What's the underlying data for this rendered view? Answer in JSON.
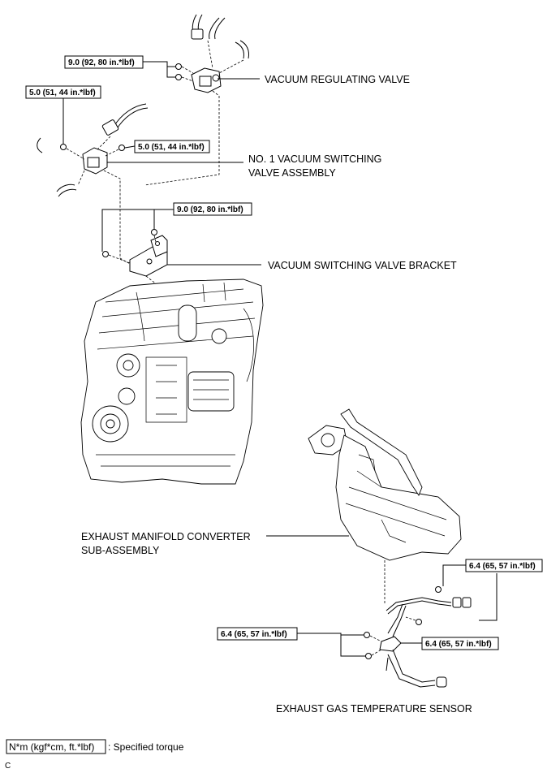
{
  "parts": {
    "vacuum_regulating_valve": "VACUUM REGULATING VALVE",
    "vsv_line1": "NO. 1 VACUUM SWITCHING",
    "vsv_line2": "VALVE ASSEMBLY",
    "vsv_bracket": "VACUUM SWITCHING VALVE BRACKET",
    "exhaust_manifold_line1": "EXHAUST MANIFOLD CONVERTER",
    "exhaust_manifold_line2": "SUB-ASSEMBLY",
    "exhaust_gas_sensor": "EXHAUST GAS TEMPERATURE SENSOR"
  },
  "torques": {
    "regulating_valve": "9.0 (92, 80 in.*lbf)",
    "vsv_left": "5.0 (51, 44 in.*lbf)",
    "vsv_right": "5.0 (51, 44 in.*lbf)",
    "bracket": "9.0 (92, 80 in.*lbf)",
    "sensor_top": "6.4 (65, 57 in.*lbf)",
    "sensor_left": "6.4 (65, 57 in.*lbf)",
    "sensor_right": "6.4 (65, 57 in.*lbf)"
  },
  "legend": {
    "unit": "N*m (kgf*cm, ft.*lbf)",
    "text": ": Specified torque"
  },
  "corner_mark": "C"
}
